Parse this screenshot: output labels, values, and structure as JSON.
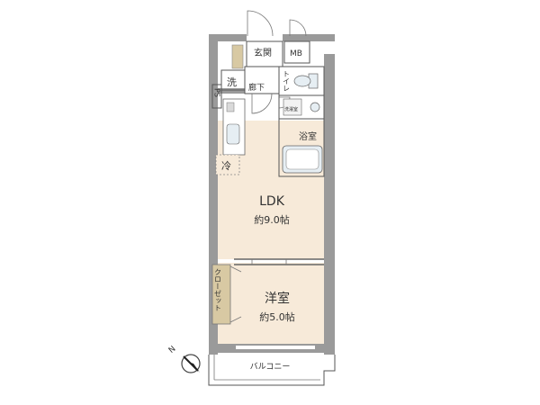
{
  "colors": {
    "wall": "#9a9a9a",
    "floor_ldk": "#f7ead9",
    "floor_bedroom": "#f7ead9",
    "floor_wet": "#ffffff",
    "closet": "#d8c9a3",
    "fixture": "#e6eef3"
  },
  "rooms": {
    "genkan": "玄関",
    "mb": "MB",
    "wash": "洗",
    "corridor": "廊下",
    "toilet": "トイレ",
    "ps": "PS",
    "washing_machine": "洗濯室",
    "bath": "浴室",
    "fridge": "冷",
    "ldk_name": "LDK",
    "ldk_size": "約9.0帖",
    "bedroom_name": "洋室",
    "bedroom_size": "約5.0帖",
    "closet": "クローゼット",
    "balcony": "バルコニー"
  },
  "compass": {
    "letter": "N",
    "icon": "north-arrow-icon"
  }
}
